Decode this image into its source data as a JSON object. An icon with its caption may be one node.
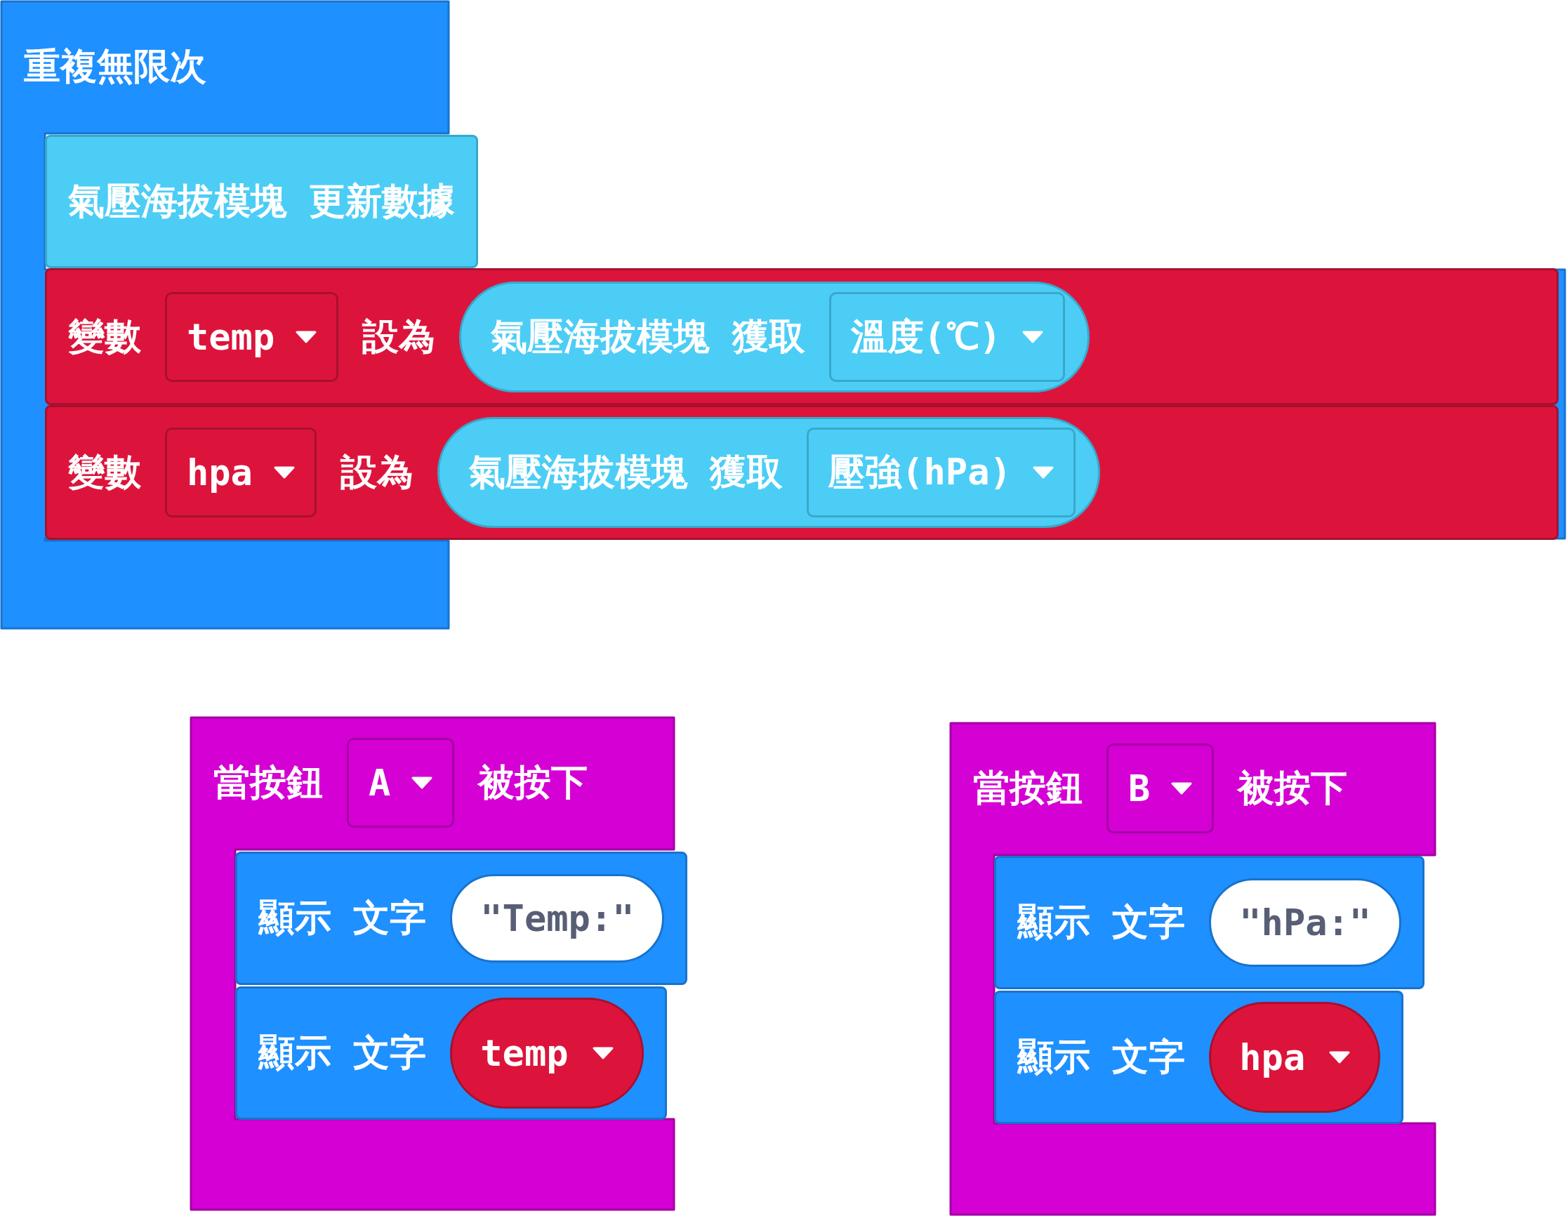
{
  "diagram": {
    "nodes": [
      {
        "text": [
          "重複無限次"
        ]
      },
      {
        "text": [
          "氣壓海拔模塊 更新數據"
        ],
        "in": 0
      },
      {
        "text": [
          "變數",
          "設為"
        ],
        "in": 0
      },
      {
        "text": [
          "temp"
        ],
        "in": 2
      },
      {
        "text": [
          "氣壓海拔模塊 獲取"
        ],
        "in": 2
      },
      {
        "text": [
          "溫度(℃)"
        ],
        "in": 4
      },
      {
        "text": [
          "變數",
          "設為"
        ],
        "in": 0
      },
      {
        "text": [
          "hpa"
        ],
        "in": 6
      },
      {
        "text": [
          "氣壓海拔模塊 獲取"
        ],
        "in": 6
      },
      {
        "text": [
          "壓強(hPa)"
        ],
        "in": 8
      },
      {
        "text": [
          "當按鈕",
          "被按下"
        ]
      },
      {
        "text": [
          "A"
        ],
        "in": 10
      },
      {
        "text": [
          "顯示 文字"
        ],
        "in": 10
      },
      {
        "text": [
          "\"Temp:\""
        ],
        "in": 12
      },
      {
        "text": [
          "顯示 文字"
        ],
        "in": 10
      },
      {
        "text": [
          "temp"
        ],
        "in": 14
      },
      {
        "text": [
          "當按鈕",
          "被按下"
        ]
      },
      {
        "text": [
          "B"
        ],
        "in": 16
      },
      {
        "text": [
          "顯示 文字"
        ],
        "in": 16
      },
      {
        "text": [
          "\"hPa:\""
        ],
        "in": 18
      },
      {
        "text": [
          "顯示 文字"
        ],
        "in": 16
      },
      {
        "text": [
          "hpa"
        ],
        "in": 20
      }
    ]
  }
}
